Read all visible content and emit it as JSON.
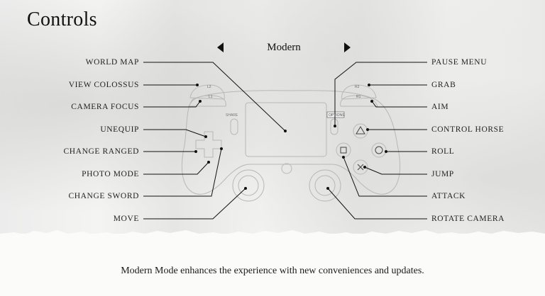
{
  "title": "Controls",
  "mode": {
    "current": "Modern",
    "prev_icon": "triangle-left-icon",
    "next_icon": "triangle-right-icon"
  },
  "controller": {
    "share_label": "SHARE",
    "options_label": "OPTIONS",
    "l2": "L2",
    "l1": "L1",
    "r2": "R2",
    "r1": "R1"
  },
  "left_labels": [
    "WORLD MAP",
    "VIEW COLOSSUS",
    "CAMERA FOCUS",
    "UNEQUIP",
    "CHANGE RANGED",
    "PHOTO MODE",
    "CHANGE SWORD",
    "MOVE"
  ],
  "right_labels": [
    "PAUSE MENU",
    "GRAB",
    "AIM",
    "CONTROL HORSE",
    "ROLL",
    "JUMP",
    "ATTACK",
    "ROTATE CAMERA"
  ],
  "footer": "Modern Mode enhances the experience with new conveniences and updates."
}
